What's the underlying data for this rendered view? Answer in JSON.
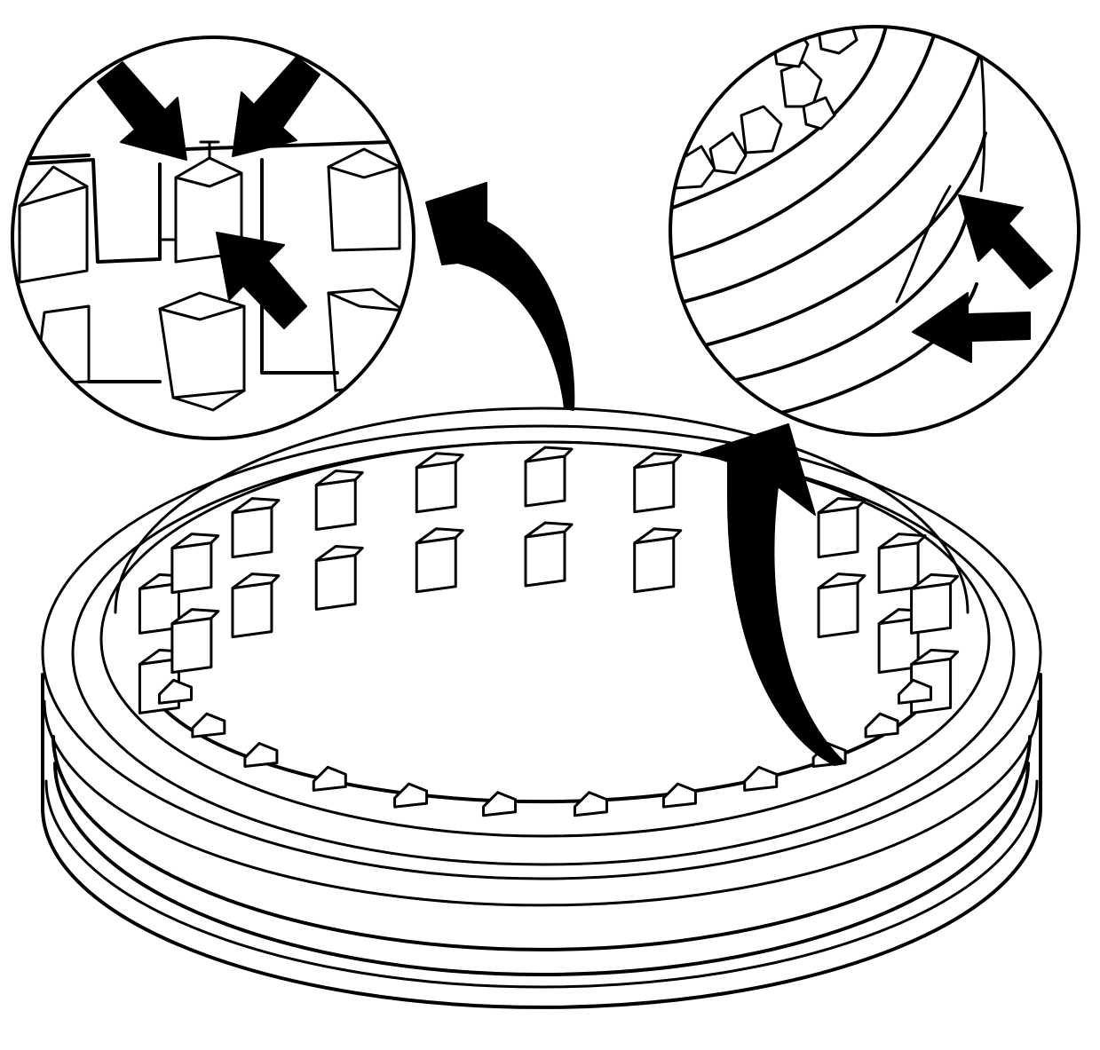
{
  "figure": {
    "background": "#ffffff",
    "ink": "#000000",
    "subject": "synchronizer-sleeve",
    "callouts": [
      {
        "id": "left-detail",
        "arrow_count": 3
      },
      {
        "id": "right-detail",
        "arrow_count": 2
      }
    ]
  }
}
